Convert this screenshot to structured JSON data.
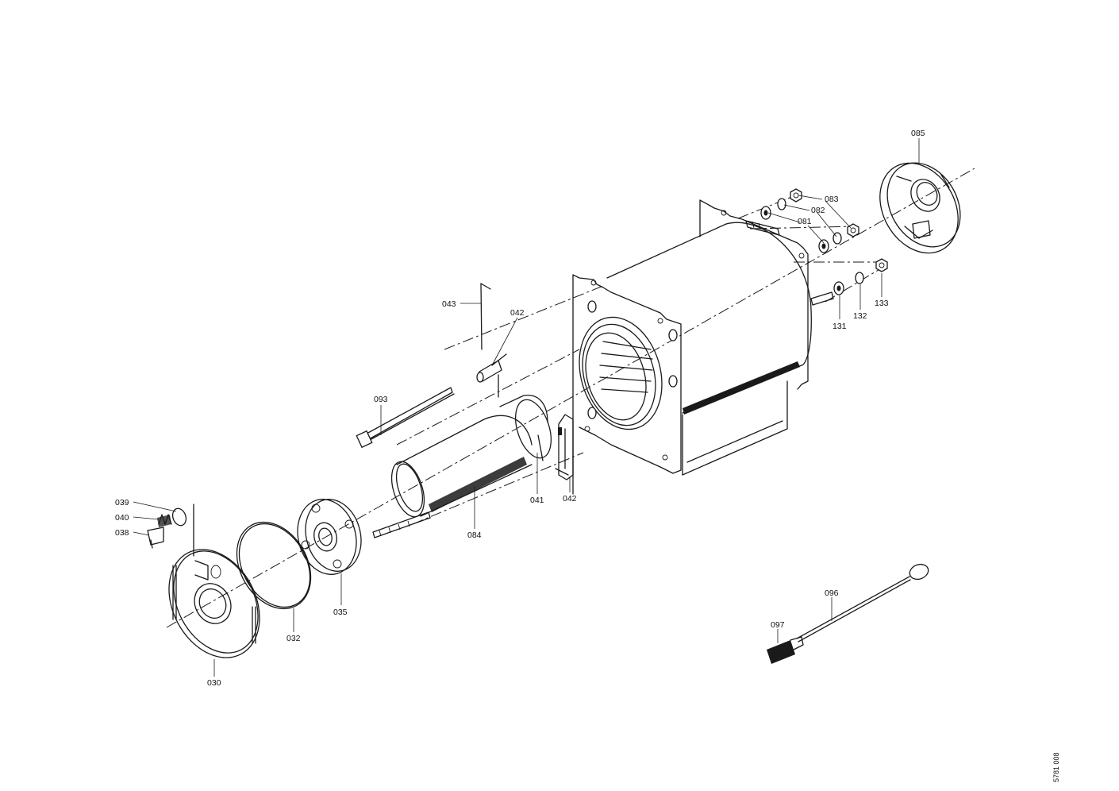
{
  "drawing_code": "5781 008",
  "parts": [
    {
      "id": "p085",
      "number": "085"
    },
    {
      "id": "p083",
      "number": "083"
    },
    {
      "id": "p082",
      "number": "082"
    },
    {
      "id": "p081",
      "number": "081"
    },
    {
      "id": "p133",
      "number": "133"
    },
    {
      "id": "p132",
      "number": "132"
    },
    {
      "id": "p131",
      "number": "131"
    },
    {
      "id": "p043",
      "number": "043"
    },
    {
      "id": "p042a",
      "number": "042"
    },
    {
      "id": "p093",
      "number": "093"
    },
    {
      "id": "p041",
      "number": "041"
    },
    {
      "id": "p042b",
      "number": "042"
    },
    {
      "id": "p084",
      "number": "084"
    },
    {
      "id": "p039",
      "number": "039"
    },
    {
      "id": "p040",
      "number": "040"
    },
    {
      "id": "p038",
      "number": "038"
    },
    {
      "id": "p035",
      "number": "035"
    },
    {
      "id": "p032",
      "number": "032"
    },
    {
      "id": "p030",
      "number": "030"
    },
    {
      "id": "p096",
      "number": "096"
    },
    {
      "id": "p097",
      "number": "097"
    }
  ]
}
